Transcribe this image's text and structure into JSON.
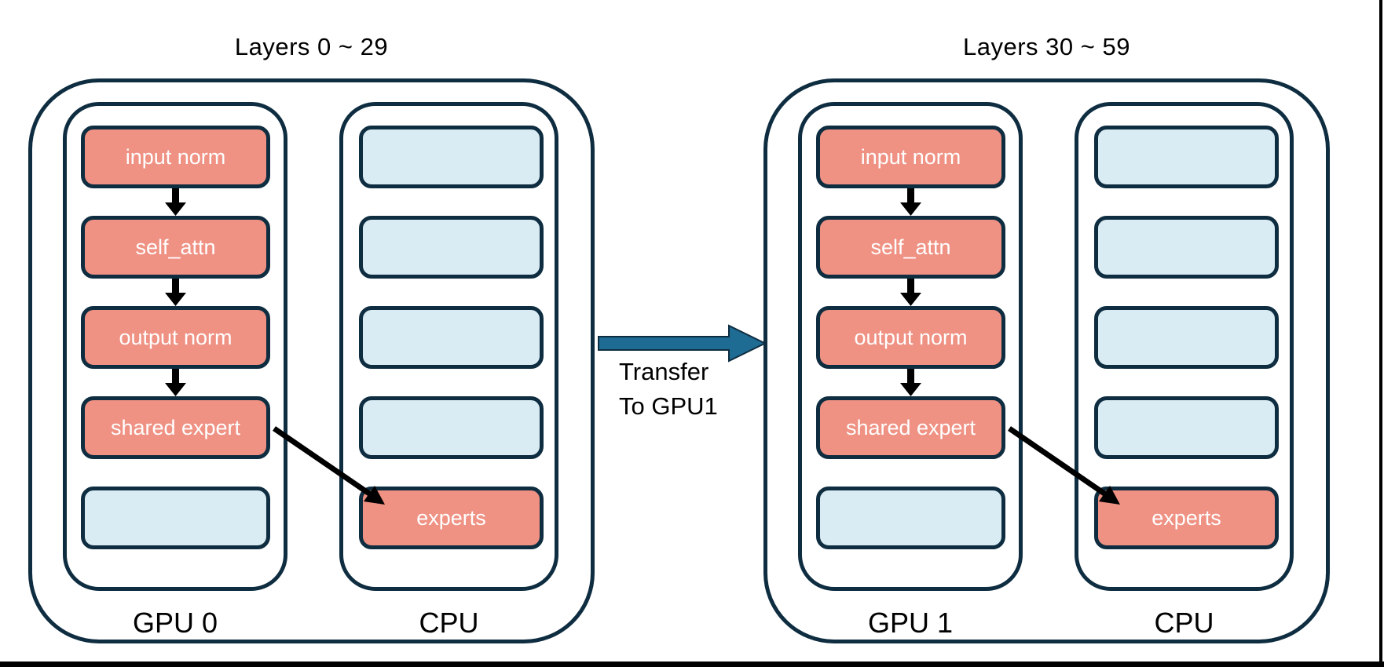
{
  "groups": [
    {
      "title": "Layers 0 ~ 29",
      "gpu_label": "GPU 0",
      "cpu_label": "CPU",
      "gpu_modules": [
        "input norm",
        "self_attn",
        "output norm",
        "shared expert",
        ""
      ],
      "cpu_modules": [
        "",
        "",
        "",
        "",
        "experts"
      ]
    },
    {
      "title": "Layers 30 ~ 59",
      "gpu_label": "GPU 1",
      "cpu_label": "CPU",
      "gpu_modules": [
        "input norm",
        "self_attn",
        "output norm",
        "shared expert",
        ""
      ],
      "cpu_modules": [
        "",
        "",
        "",
        "",
        "experts"
      ]
    }
  ],
  "transfer": {
    "line1": "Transfer",
    "line2": "To GPU1"
  },
  "colors": {
    "module_active": "#ef9183",
    "module_idle": "#d9ecf4",
    "outline": "#0f2d40",
    "transfer_arrow": "#1e6b94",
    "flow_arrow": "#000000"
  }
}
